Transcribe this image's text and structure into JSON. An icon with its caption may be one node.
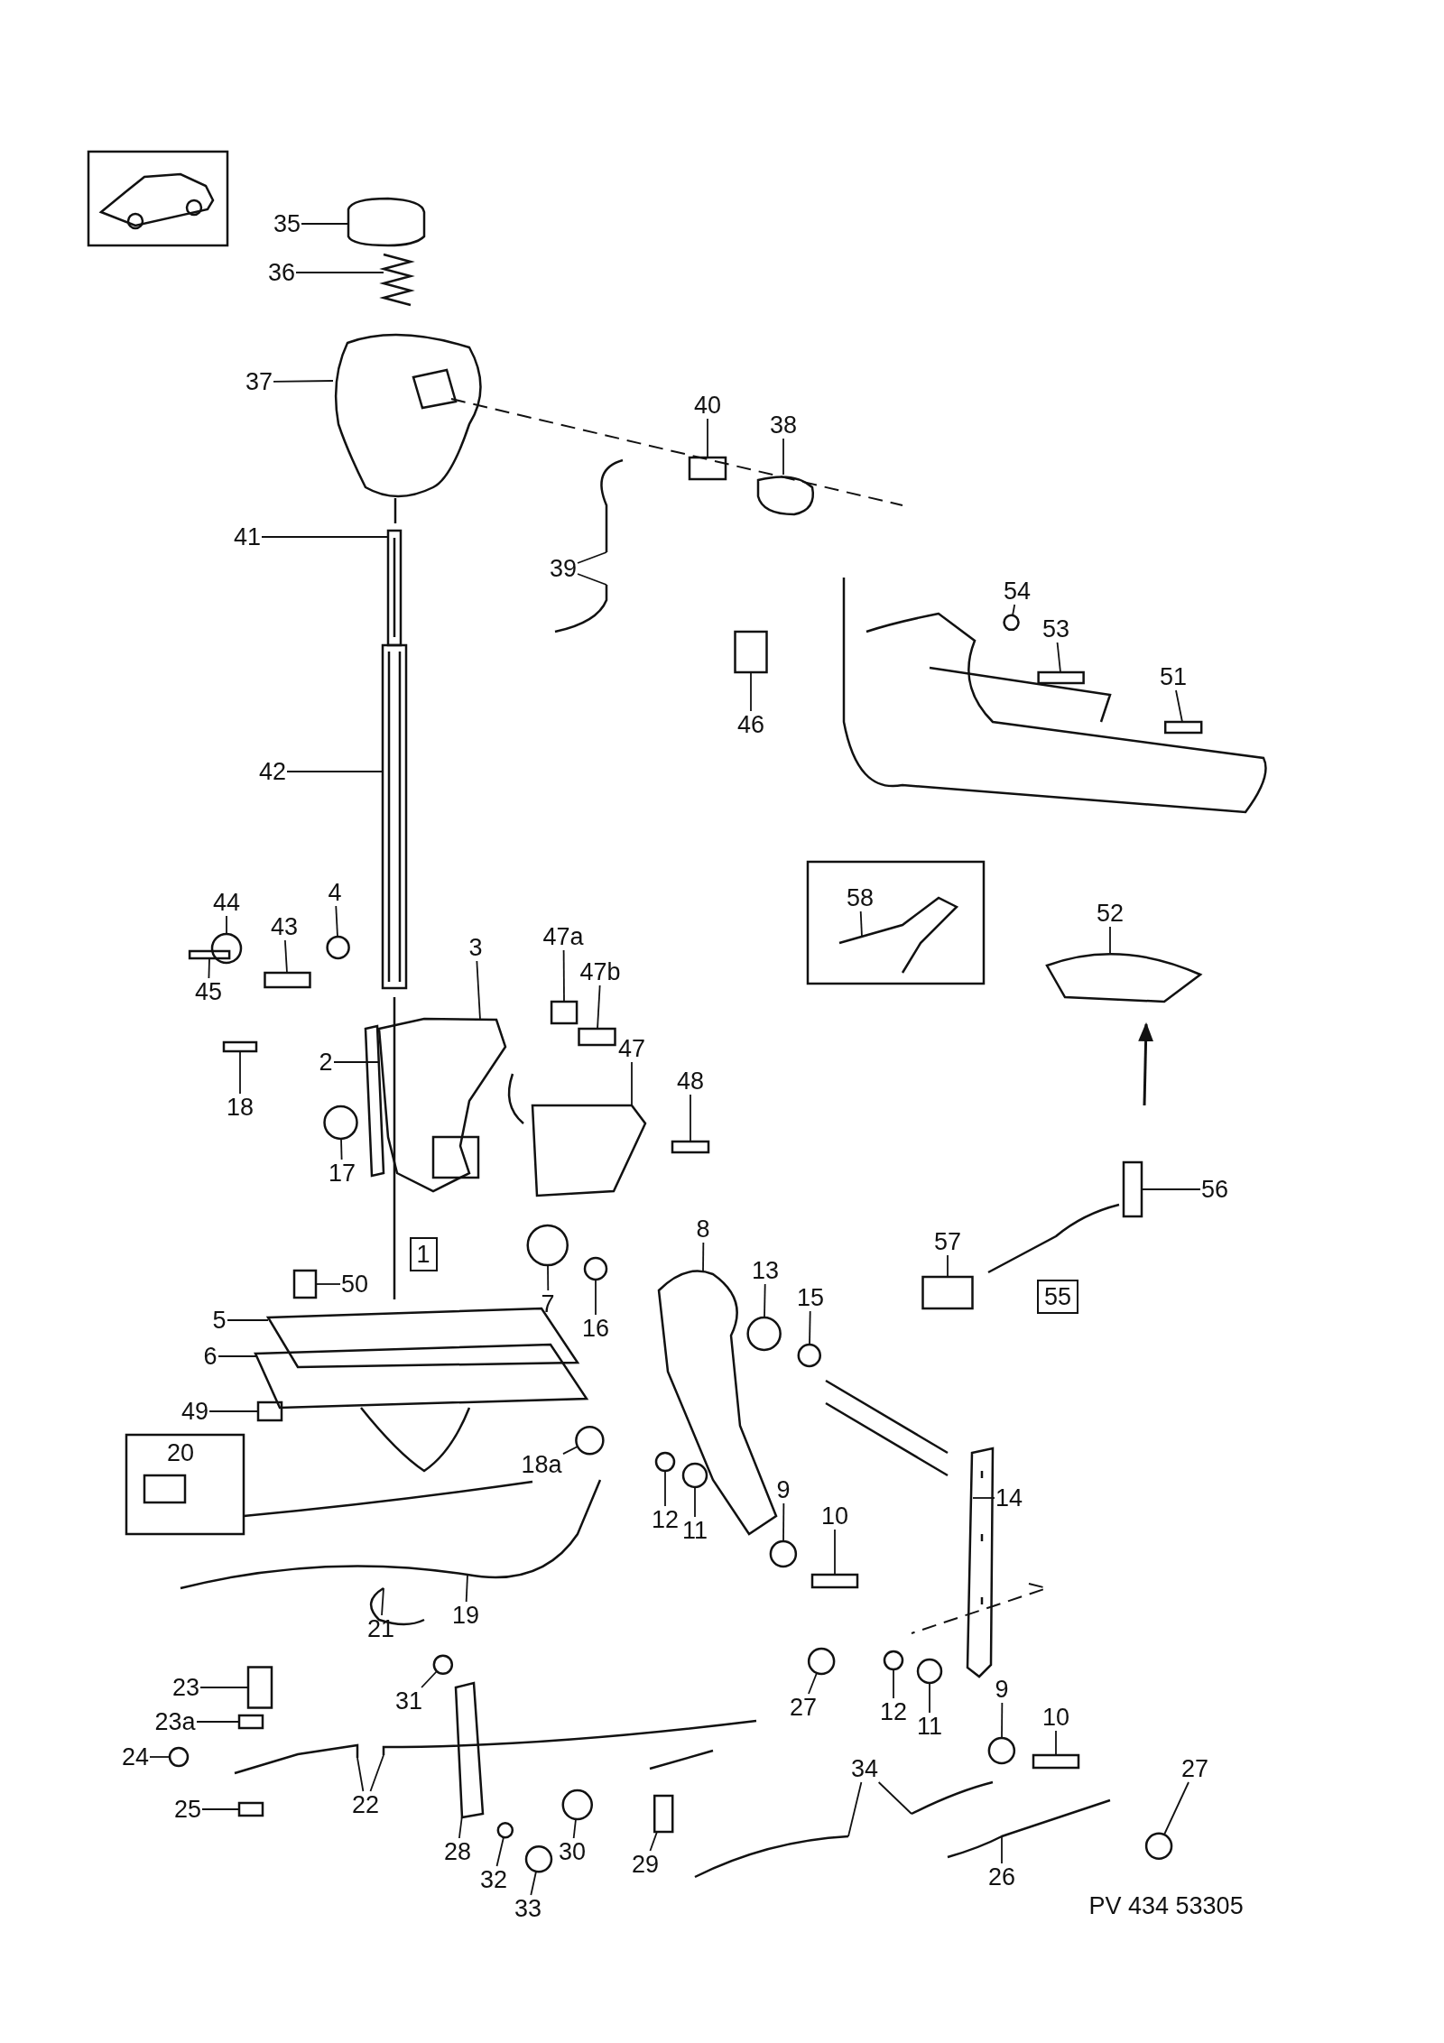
{
  "diagram": {
    "nodes": [
      {
        "text": [
          "35"
        ]
      },
      {
        "text": [
          "36"
        ]
      },
      {
        "text": [
          "37"
        ]
      },
      {
        "text": [
          "40"
        ]
      },
      {
        "text": [
          "38"
        ]
      },
      {
        "text": [
          "41"
        ]
      },
      {
        "text": [
          "39"
        ]
      },
      {
        "text": [
          "54"
        ]
      },
      {
        "text": [
          "53"
        ]
      },
      {
        "text": [
          "46"
        ]
      },
      {
        "text": [
          "42"
        ]
      },
      {
        "text": [
          "51"
        ]
      },
      {
        "text": [
          "58"
        ]
      },
      {
        "text": [
          "52"
        ]
      },
      {
        "text": [
          "44"
        ]
      },
      {
        "text": [
          "4"
        ]
      },
      {
        "text": [
          "43"
        ]
      },
      {
        "text": [
          "3"
        ]
      },
      {
        "text": [
          "47a"
        ]
      },
      {
        "text": [
          "47b"
        ]
      },
      {
        "text": [
          "45"
        ]
      },
      {
        "text": [
          "47"
        ]
      },
      {
        "text": [
          "2"
        ]
      },
      {
        "text": [
          "48"
        ]
      },
      {
        "text": [
          "18"
        ]
      },
      {
        "text": [
          "17"
        ]
      },
      {
        "text": [
          "56"
        ]
      },
      {
        "text": [
          "1"
        ]
      },
      {
        "text": [
          "8"
        ]
      },
      {
        "text": [
          "57"
        ]
      },
      {
        "text": [
          "13"
        ]
      },
      {
        "text": [
          "50"
        ]
      },
      {
        "text": [
          "15"
        ]
      },
      {
        "text": [
          "55"
        ]
      },
      {
        "text": [
          "7"
        ]
      },
      {
        "text": [
          "5"
        ]
      },
      {
        "text": [
          "16"
        ]
      },
      {
        "text": [
          "6"
        ]
      },
      {
        "text": [
          "49"
        ]
      },
      {
        "text": [
          "18a"
        ]
      },
      {
        "text": [
          "9"
        ]
      },
      {
        "text": [
          "14"
        ]
      },
      {
        "text": [
          "10"
        ]
      },
      {
        "text": [
          "12"
        ]
      },
      {
        "text": [
          "11"
        ]
      },
      {
        "text": [
          "19"
        ]
      },
      {
        "text": [
          "21"
        ]
      },
      {
        "text": [
          "23"
        ]
      },
      {
        "text": [
          "9"
        ]
      },
      {
        "text": [
          "31"
        ]
      },
      {
        "text": [
          "27"
        ]
      },
      {
        "text": [
          "12"
        ]
      },
      {
        "text": [
          "11"
        ]
      },
      {
        "text": [
          "10"
        ]
      },
      {
        "text": [
          "23a"
        ]
      },
      {
        "text": [
          "24"
        ]
      },
      {
        "text": [
          "22"
        ]
      },
      {
        "text": [
          "34"
        ]
      },
      {
        "text": [
          "27"
        ]
      },
      {
        "text": [
          "25"
        ]
      },
      {
        "text": [
          "28"
        ]
      },
      {
        "text": [
          "30"
        ]
      },
      {
        "text": [
          "29"
        ]
      },
      {
        "text": [
          "26"
        ]
      },
      {
        "text": [
          "32"
        ]
      },
      {
        "text": [
          "33"
        ]
      },
      {
        "text": [],
        "shape": "picture"
      },
      {
        "text": [],
        "shape": "picture"
      },
      {
        "text": [],
        "shape": "picture"
      },
      {
        "text": [],
        "shape": "box"
      },
      {
        "text": [],
        "shape": "picture"
      },
      {
        "text": [],
        "shape": "picture"
      },
      {
        "text": [],
        "shape": "picture"
      },
      {
        "text": [],
        "shape": "picture"
      },
      {
        "text": [],
        "shape": "circle"
      },
      {
        "text": [],
        "shape": "box"
      },
      {
        "text": [],
        "shape": "box"
      },
      {
        "text": [],
        "shape": "picture"
      },
      {
        "text": [],
        "shape": "box"
      },
      {
        "text": [],
        "shape": "picture"
      },
      {
        "text": [],
        "shape": "picture"
      },
      {
        "text": [],
        "shape": "circle"
      },
      {
        "text": [],
        "shape": "circle"
      },
      {
        "text": [],
        "shape": "box"
      },
      {
        "text": [],
        "shape": "picture"
      },
      {
        "text": [],
        "shape": "box"
      },
      {
        "text": [],
        "shape": "box"
      },
      {
        "text": [],
        "shape": "box"
      },
      {
        "text": [],
        "shape": "picture"
      },
      {
        "text": [],
        "shape": "picture"
      },
      {
        "text": [],
        "shape": "box"
      },
      {
        "text": [],
        "shape": "box"
      },
      {
        "text": [],
        "shape": "circle"
      },
      {
        "text": [],
        "shape": "box"
      },
      {
        "text": [],
        "shape": "picture"
      },
      {
        "text": [],
        "shape": "box"
      },
      {
        "text": [],
        "shape": "circle"
      },
      {
        "text": [],
        "shape": "box"
      },
      {
        "text": [],
        "shape": "circle"
      },
      {
        "text": [],
        "shape": "circle"
      },
      {
        "text": [],
        "shape": "picture"
      },
      {
        "text": [],
        "shape": "circle"
      },
      {
        "text": [],
        "shape": "picture"
      },
      {
        "text": [],
        "shape": "box"
      },
      {
        "text": [],
        "shape": "circle"
      },
      {
        "text": [],
        "shape": "circle"
      },
      {
        "text": [],
        "shape": "picture"
      },
      {
        "text": [],
        "shape": "box"
      },
      {
        "text": [],
        "shape": "circle"
      },
      {
        "text": [],
        "shape": "circle"
      },
      {
        "text": [],
        "shape": "picture"
      },
      {
        "text": [],
        "shape": "picture"
      },
      {
        "text": [],
        "shape": "box"
      },
      {
        "text": [],
        "shape": "circle"
      },
      {
        "text": [],
        "shape": "circle"
      },
      {
        "text": [],
        "shape": "circle"
      },
      {
        "text": [],
        "shape": "circle"
      },
      {
        "text": [],
        "shape": "circle"
      },
      {
        "text": [],
        "shape": "box"
      },
      {
        "text": [],
        "shape": "box"
      },
      {
        "text": [],
        "shape": "circle"
      },
      {
        "text": [],
        "shape": "picture"
      },
      {
        "text": [],
        "shape": "picture"
      },
      {
        "text": [],
        "shape": "picture"
      },
      {
        "text": [],
        "shape": "picture"
      },
      {
        "text": [],
        "shape": "circle"
      },
      {
        "text": [],
        "shape": "box"
      },
      {
        "text": [],
        "shape": "picture"
      },
      {
        "text": [],
        "shape": "circle"
      },
      {
        "text": [],
        "shape": "box"
      },
      {
        "text": [],
        "shape": "picture"
      },
      {
        "text": [],
        "shape": "circle"
      },
      {
        "text": [],
        "shape": "circle"
      }
    ],
    "edges": [
      {
        "from": 0,
        "to": 66,
        "arrow": "none"
      },
      {
        "from": 1,
        "to": 67,
        "arrow": "none"
      },
      {
        "from": 2,
        "to": 68,
        "arrow": "none"
      },
      {
        "from": 3,
        "to": 69,
        "arrow": "none"
      },
      {
        "from": 4,
        "to": 70,
        "arrow": "none"
      },
      {
        "from": 5,
        "to": 71,
        "arrow": "none"
      },
      {
        "from": 6,
        "to": 72,
        "arrow": "none"
      },
      {
        "from": 6,
        "to": 73,
        "arrow": "none"
      },
      {
        "from": 7,
        "to": 74,
        "arrow": "none"
      },
      {
        "from": 8,
        "to": 75,
        "arrow": "none"
      },
      {
        "from": 9,
        "to": 76,
        "arrow": "none"
      },
      {
        "from": 10,
        "to": 77,
        "arrow": "none"
      },
      {
        "from": 11,
        "to": 78,
        "arrow": "none"
      },
      {
        "from": 12,
        "to": 79,
        "arrow": "none"
      },
      {
        "from": 13,
        "to": 80,
        "arrow": "none"
      },
      {
        "from": 14,
        "to": 81,
        "arrow": "none"
      },
      {
        "from": 15,
        "to": 82,
        "arrow": "none"
      },
      {
        "from": 16,
        "to": 83,
        "arrow": "none"
      },
      {
        "from": 17,
        "to": 84,
        "arrow": "none"
      },
      {
        "from": 18,
        "to": 85,
        "arrow": "none"
      },
      {
        "from": 19,
        "to": 86,
        "arrow": "none"
      },
      {
        "from": 20,
        "to": 87,
        "arrow": "none"
      },
      {
        "from": 21,
        "to": 88,
        "arrow": "none"
      },
      {
        "from": 22,
        "to": 89,
        "arrow": "none"
      },
      {
        "from": 23,
        "to": 90,
        "arrow": "none"
      },
      {
        "from": 24,
        "to": 91,
        "arrow": "none"
      },
      {
        "from": 25,
        "to": 92,
        "arrow": "none"
      },
      {
        "from": 26,
        "to": 93,
        "arrow": "none"
      },
      {
        "from": 28,
        "to": 94,
        "arrow": "none"
      },
      {
        "from": 29,
        "to": 95,
        "arrow": "none"
      },
      {
        "from": 30,
        "to": 96,
        "arrow": "none"
      },
      {
        "from": 31,
        "to": 97,
        "arrow": "none"
      },
      {
        "from": 32,
        "to": 98,
        "arrow": "none"
      },
      {
        "from": 34,
        "to": 99,
        "arrow": "none"
      },
      {
        "from": 35,
        "to": 100,
        "arrow": "none"
      },
      {
        "from": 36,
        "to": 101,
        "arrow": "none"
      },
      {
        "from": 37,
        "to": 102,
        "arrow": "none"
      },
      {
        "from": 38,
        "to": 103,
        "arrow": "none"
      },
      {
        "from": 39,
        "to": 104,
        "arrow": "none"
      },
      {
        "from": 40,
        "to": 105,
        "arrow": "none"
      },
      {
        "from": 41,
        "to": 106,
        "arrow": "none"
      },
      {
        "from": 42,
        "to": 107,
        "arrow": "none"
      },
      {
        "from": 43,
        "to": 108,
        "arrow": "none"
      },
      {
        "from": 44,
        "to": 109,
        "arrow": "none"
      },
      {
        "from": 45,
        "to": 110,
        "arrow": "none"
      },
      {
        "from": 46,
        "to": 111,
        "arrow": "none"
      },
      {
        "from": 47,
        "to": 112,
        "arrow": "none"
      },
      {
        "from": 48,
        "to": 113,
        "arrow": "none"
      },
      {
        "from": 49,
        "to": 114,
        "arrow": "none"
      },
      {
        "from": 50,
        "to": 115,
        "arrow": "none"
      },
      {
        "from": 51,
        "to": 116,
        "arrow": "none"
      },
      {
        "from": 52,
        "to": 117,
        "arrow": "none"
      },
      {
        "from": 53,
        "to": 118,
        "arrow": "none"
      },
      {
        "from": 54,
        "to": 119,
        "arrow": "none"
      },
      {
        "from": 55,
        "to": 120,
        "arrow": "none"
      },
      {
        "from": 56,
        "to": 121,
        "arrow": "none"
      },
      {
        "from": 56,
        "to": 122,
        "arrow": "none"
      },
      {
        "from": 57,
        "to": 123,
        "arrow": "none"
      },
      {
        "from": 57,
        "to": 124,
        "arrow": "none"
      },
      {
        "from": 58,
        "to": 125,
        "arrow": "none"
      },
      {
        "from": 59,
        "to": 126,
        "arrow": "none"
      },
      {
        "from": 60,
        "to": 127,
        "arrow": "none"
      },
      {
        "from": 61,
        "to": 128,
        "arrow": "none"
      },
      {
        "from": 62,
        "to": 129,
        "arrow": "none"
      },
      {
        "from": 63,
        "to": 130,
        "arrow": "none"
      },
      {
        "from": 64,
        "to": 131,
        "arrow": "none"
      },
      {
        "from": 65,
        "to": 132,
        "arrow": "none"
      }
    ],
    "labels": [
      "20",
      "PV 434 53305"
    ]
  }
}
